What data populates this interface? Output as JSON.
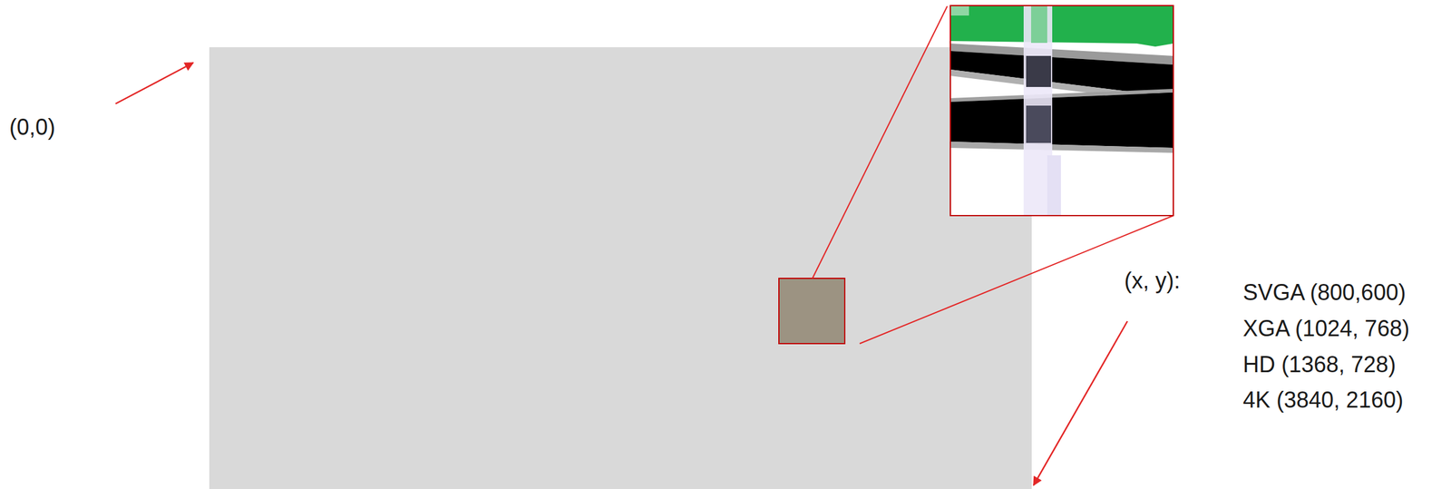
{
  "diagram": {
    "labels": [
      "(0,0)",
      "(x, y):",
      "SVGA (800,600)",
      "XGA (1024, 768)",
      "HD (1368, 728)",
      "4K (3840, 2160)"
    ]
  }
}
